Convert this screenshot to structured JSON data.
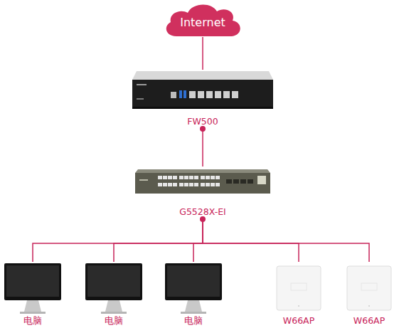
{
  "diagram": {
    "nodes": [
      {
        "text": [
          "Internet"
        ]
      },
      {
        "text": [
          "FW500"
        ]
      },
      {
        "text": [
          "G5528X-EI"
        ]
      },
      {
        "text": [
          "电脑"
        ]
      },
      {
        "text": [
          "电脑"
        ]
      },
      {
        "text": [
          "电脑"
        ]
      },
      {
        "text": [
          "W66AP"
        ]
      },
      {
        "text": [
          "W66AP"
        ]
      }
    ],
    "edges": [
      {
        "from": 0,
        "to": 1,
        "arrow": "none"
      },
      {
        "from": 1,
        "to": 2,
        "arrow": "none"
      },
      {
        "from": 2,
        "to": 3,
        "arrow": "none"
      },
      {
        "from": 2,
        "to": 4,
        "arrow": "none"
      },
      {
        "from": 2,
        "to": 5,
        "arrow": "none"
      },
      {
        "from": 2,
        "to": 6,
        "arrow": "none"
      },
      {
        "from": 2,
        "to": 7,
        "arrow": "none"
      }
    ]
  }
}
